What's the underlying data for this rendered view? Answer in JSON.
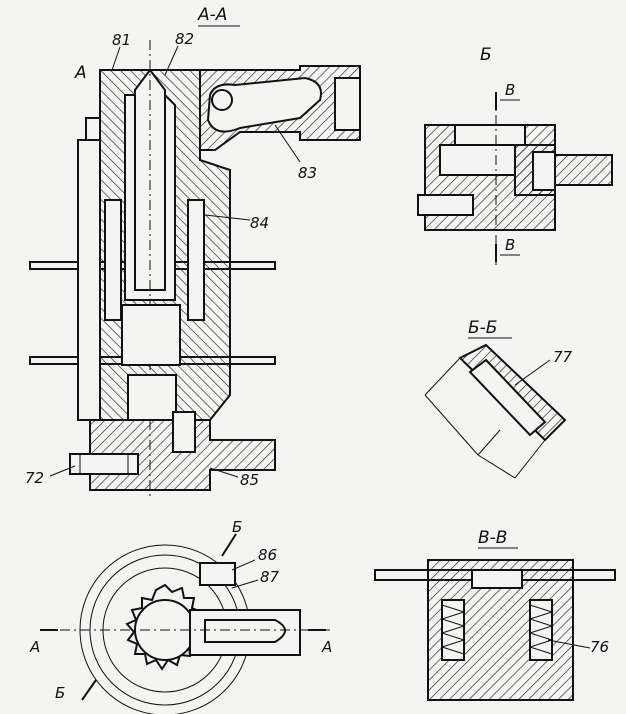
{
  "labels": {
    "section_aa": "А-А",
    "view_a": "А",
    "view_b": "Б",
    "section_bb": "Б-Б",
    "section_vv": "В-В",
    "arrow_v": "В",
    "arrow_a": "А",
    "arrow_b": "Б"
  },
  "parts": {
    "p72": "72",
    "p76": "76",
    "p77": "77",
    "p81": "81",
    "p82": "82",
    "p83": "83",
    "p84": "84",
    "p85": "85",
    "p86": "86",
    "p87": "87"
  }
}
